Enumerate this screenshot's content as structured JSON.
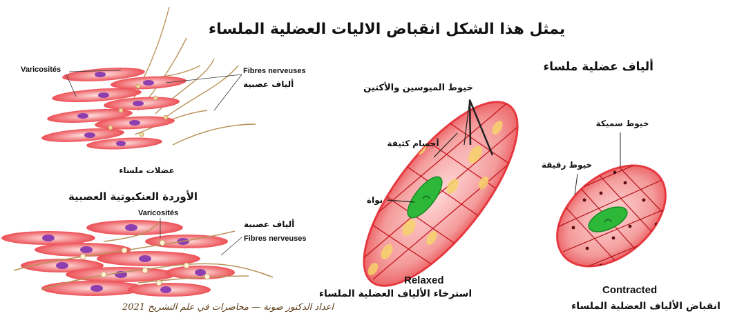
{
  "title": "يمثل هذا الشكل انقباض الاليات العضلية الملساء",
  "subtitle": "ألياف عضلية ملساء",
  "left_top": {
    "varicosites_label": "Varicosités",
    "nerve_fibres_fr": "Fibres nerveuses",
    "nerve_fibres_ar": "ألياف عصبية",
    "caption": "عضلات ملساء"
  },
  "left_bottom": {
    "title": "الأوردة العنكبوتية العصبية",
    "varicosites_label": "Varicosités",
    "nerve_fibres_ar": "ألياف عصبية",
    "nerve_fibres_fr": "Fibres nerveuses"
  },
  "relaxed": {
    "filaments_label": "خيوط الميوسين والأكتين",
    "dense_bodies_label": "أجسام كثيفة",
    "nucleus_label": "نواة",
    "state_label": "Relaxed",
    "caption": "استرخاء الألياف العضلية الملساء"
  },
  "contracted": {
    "thick_filaments_label": "خيوط سميكة",
    "thin_filaments_label": "خيوط رقيقة",
    "state_label": "Contracted",
    "caption": "انقباض الألياف العضلية الملساء"
  },
  "credit": "اعداد الدكتور صونة — محاضرات في علم التشريح 2021",
  "colors": {
    "fibre_red": "#e8333a",
    "fibre_pink": "#f8b8b8",
    "nucleus_purple": "#8d3fb0",
    "nucleus_green": "#2eb83a",
    "nerve_tan": "#b9935a"
  }
}
